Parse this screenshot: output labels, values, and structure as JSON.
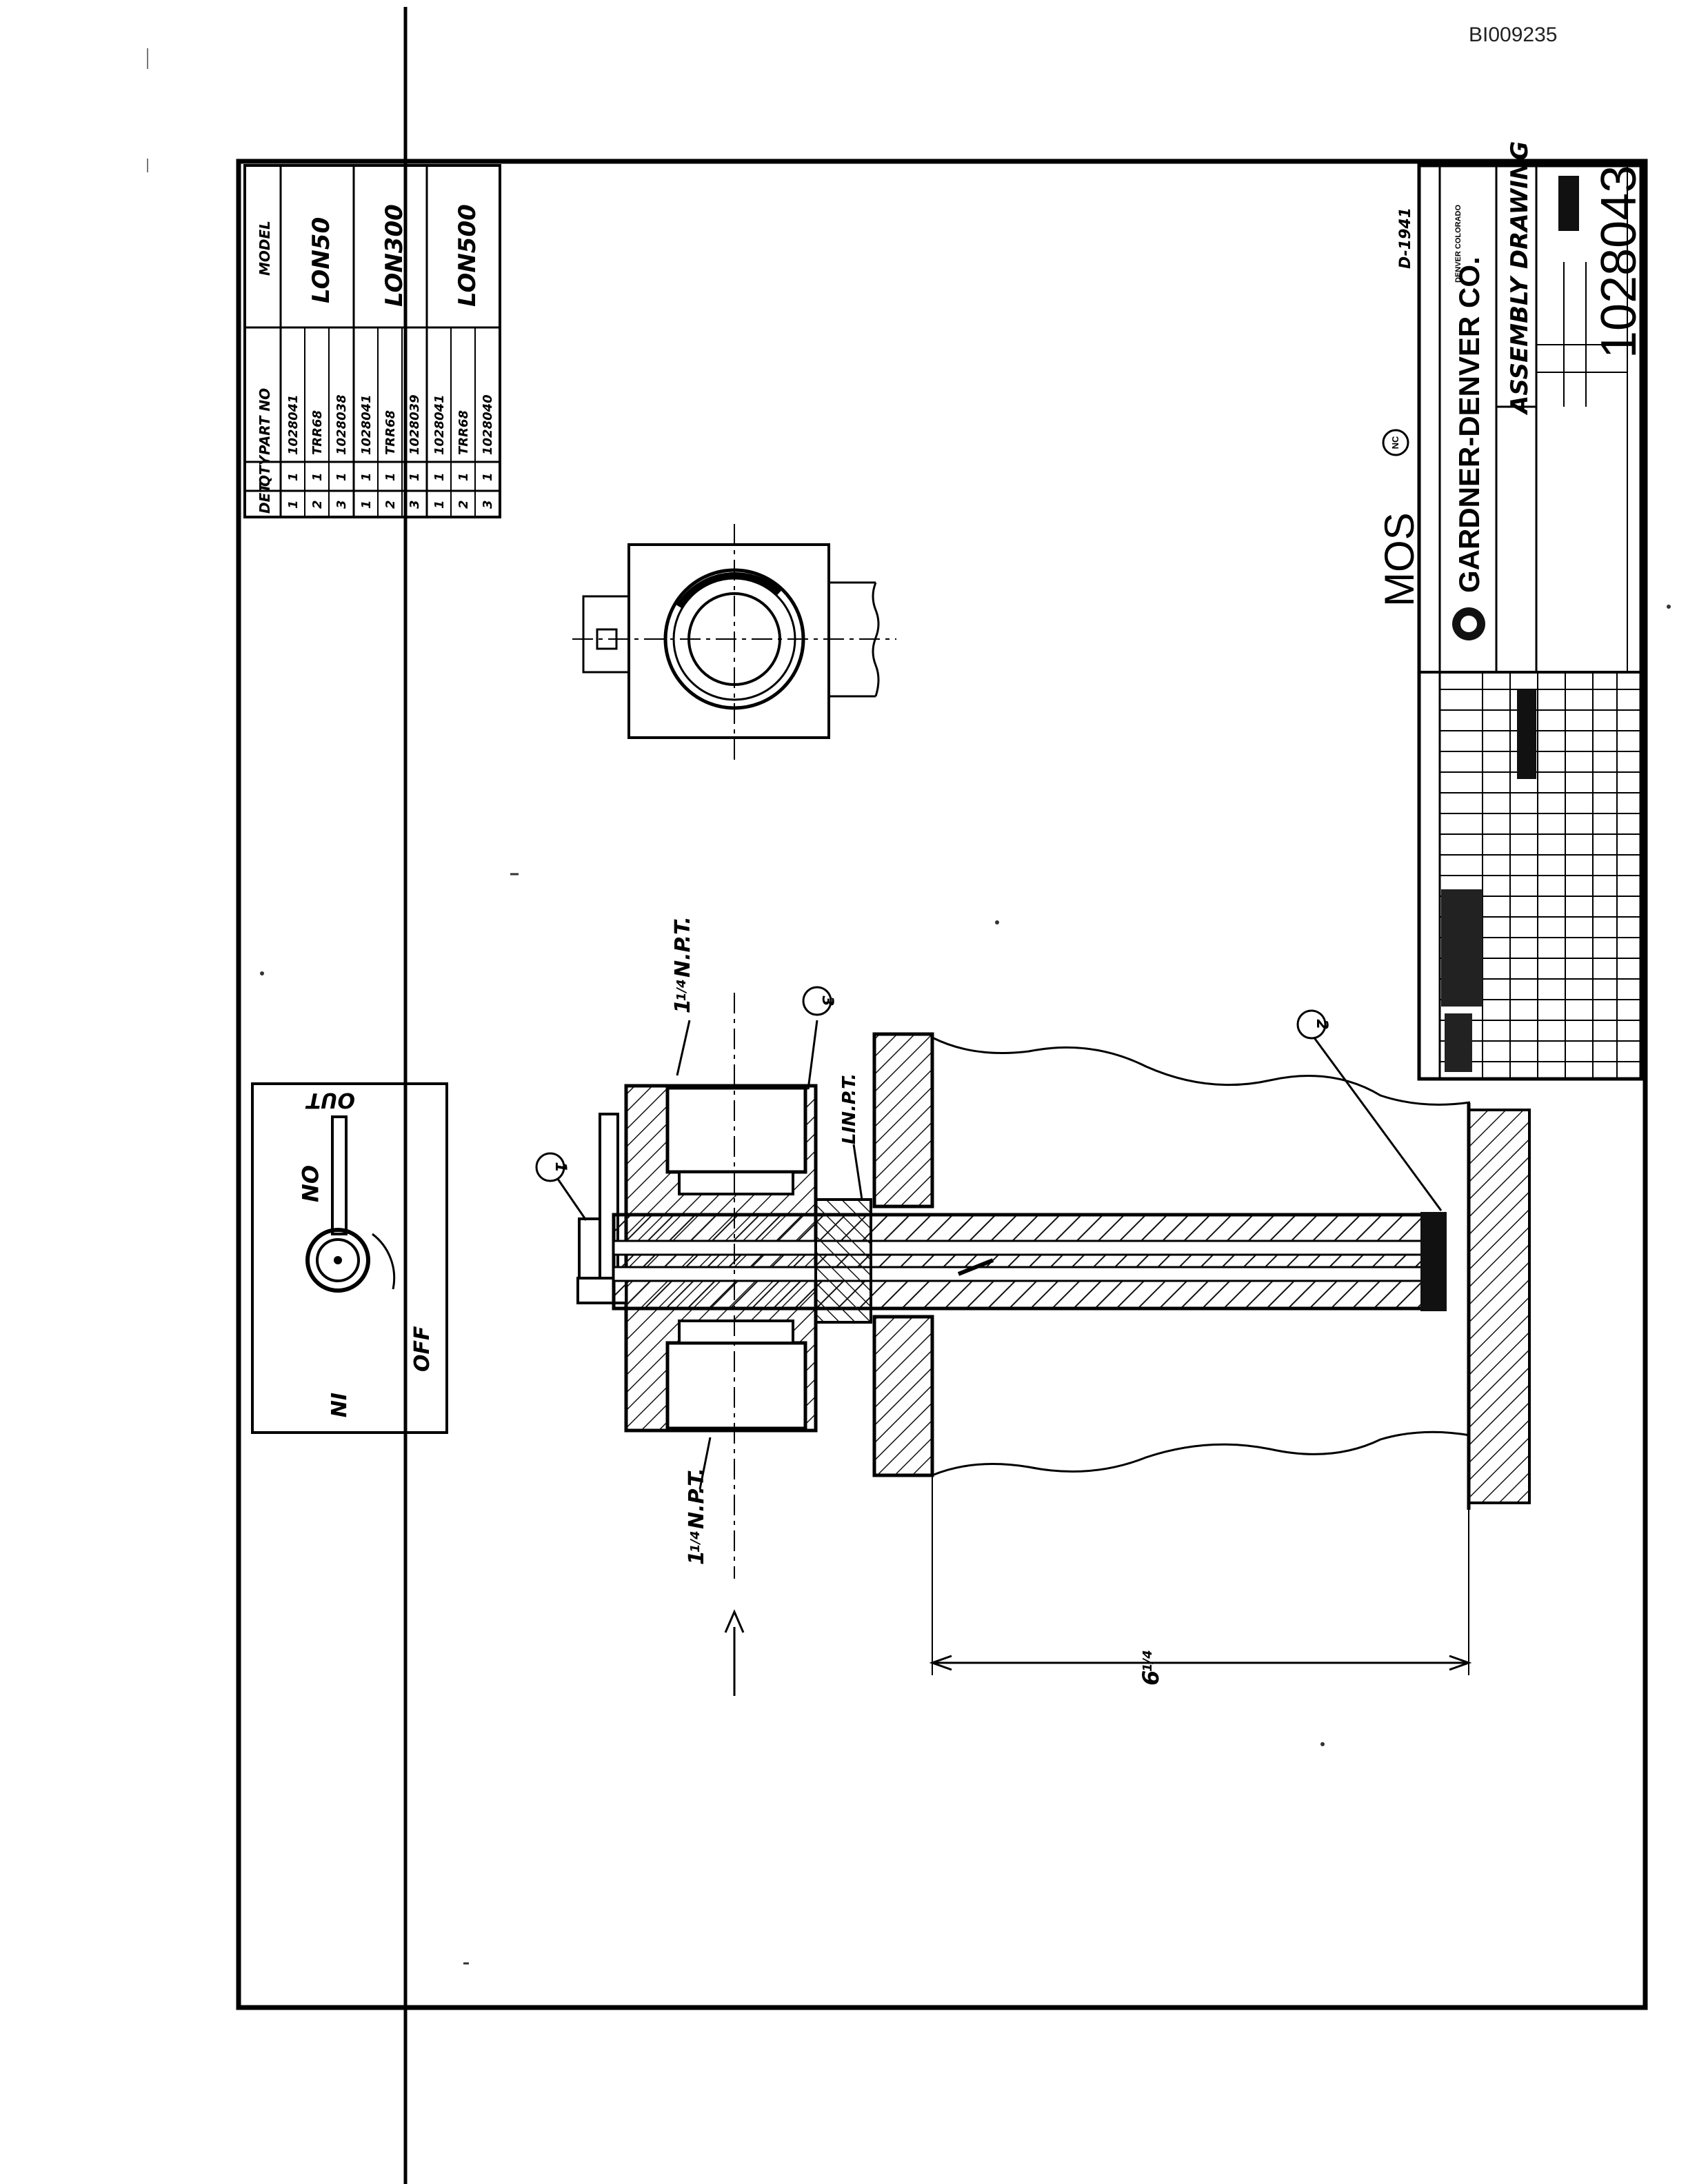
{
  "document": {
    "id": "BI009235"
  },
  "parts_table": {
    "headers": [
      "DET",
      "QTY",
      "PART NO",
      "MODEL"
    ],
    "groups": [
      {
        "model": "LON50",
        "rows": [
          [
            "1",
            "1",
            "1028041"
          ],
          [
            "2",
            "1",
            "TRR68"
          ],
          [
            "3",
            "1",
            "1028038"
          ]
        ]
      },
      {
        "model": "LON300",
        "rows": [
          [
            "1",
            "1",
            "1028041"
          ],
          [
            "2",
            "1",
            "TRR68"
          ],
          [
            "3",
            "1",
            "1028039"
          ]
        ]
      },
      {
        "model": "LON500",
        "rows": [
          [
            "1",
            "1",
            "1028041"
          ],
          [
            "2",
            "1",
            "TRR68"
          ],
          [
            "3",
            "1",
            "1028040"
          ]
        ]
      }
    ]
  },
  "handle_diagram": {
    "on": "ON",
    "off": "OFF",
    "in": "IN",
    "out": "OUT"
  },
  "section_view": {
    "callouts": [
      "1",
      "2",
      "3"
    ],
    "thread_top_whole": "1",
    "thread_top_frac": "1/4",
    "thread_top_text": "N.P.T.",
    "thread_bottom_whole": "1",
    "thread_bottom_frac": "1/4",
    "thread_bottom_text": "N.P.T.",
    "inlet_note": "LIN.P.T.",
    "dimension_whole": "6",
    "dimension_frac": "1/4"
  },
  "title_block": {
    "sheet_size": "D-1941",
    "stamp": "MOS",
    "stamp_circle": "NC",
    "company": "GARDNER-DENVER CO.",
    "location": "DENVER COLORADO",
    "drawing_title": "ASSEMBLY DRAWING",
    "drawing_number": "1028043"
  }
}
